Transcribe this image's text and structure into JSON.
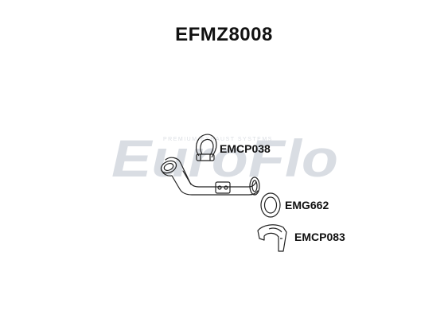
{
  "title": "EFMZ8008",
  "watermark": {
    "brand": "EuroFlo",
    "tagline": "PREMIUM EXHAUST SYSTEMS"
  },
  "parts": [
    {
      "code": "EMCP038",
      "kind": "clamp"
    },
    {
      "code": "EMG662",
      "kind": "gasket"
    },
    {
      "code": "EMCP083",
      "kind": "bracket"
    }
  ],
  "colors": {
    "text": "#111111",
    "watermark": "#d9dde3",
    "outline": "#222222"
  }
}
